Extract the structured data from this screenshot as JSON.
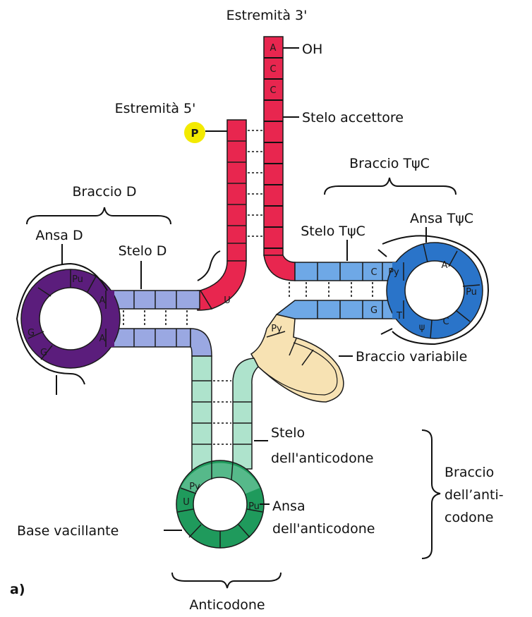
{
  "labels": {
    "end3": "Estremità 3'",
    "oh": "OH",
    "end5": "Estremità 5'",
    "phosphate": "P",
    "acceptor_stem": "Stelo accettore",
    "tpsic_arm": "Braccio TψC",
    "tpsic_stem": "Stelo TψC",
    "tpsic_loop": "Ansa TψC",
    "d_arm": "Braccio D",
    "d_loop": "Ansa D",
    "d_stem": "Stelo D",
    "variable_arm": "Braccio variabile",
    "anticodon_stem_1": "Stelo",
    "anticodon_stem_2": "dell'anticodone",
    "anticodon_loop_1": "Ansa",
    "anticodon_loop_2": "dell'anticodone",
    "anticodon_arm_1": "Braccio",
    "anticodon_arm_2": "dell’anti-",
    "anticodon_arm_3": "codone",
    "wobble_base": "Base vacillante",
    "anticodon": "Anticodone",
    "panel": "a)"
  },
  "bases": {
    "acc_a": "A",
    "acc_c1": "C",
    "acc_c2": "C",
    "u_junction": "U",
    "d_pu": "Pu",
    "d_a_top": "A",
    "d_a_bot": "A",
    "d_g1": "G",
    "d_g2": "G",
    "t_c": "C",
    "t_g": "G",
    "t_py": "Py",
    "t_a": "A",
    "t_pu": "Pu",
    "t_c2": "C",
    "t_psi": "ψ",
    "t_t": "T",
    "var_py": "Py",
    "ac_py": "Py",
    "ac_u": "U",
    "ac_pu": "Pu"
  },
  "colors": {
    "acceptor": "#e8264f",
    "d_stem": "#9aa8e2",
    "d_loop": "#5b1d7c",
    "tpsic_stem": "#6ea8e6",
    "tpsic_loop": "#2a74c9",
    "anticodon_stem": "#aee3cc",
    "anticodon_loop_light": "#56b98a",
    "anticodon_loop_dark": "#1f9a5c",
    "variable": "#f7e2b3",
    "phosphate": "#f3ea00"
  }
}
